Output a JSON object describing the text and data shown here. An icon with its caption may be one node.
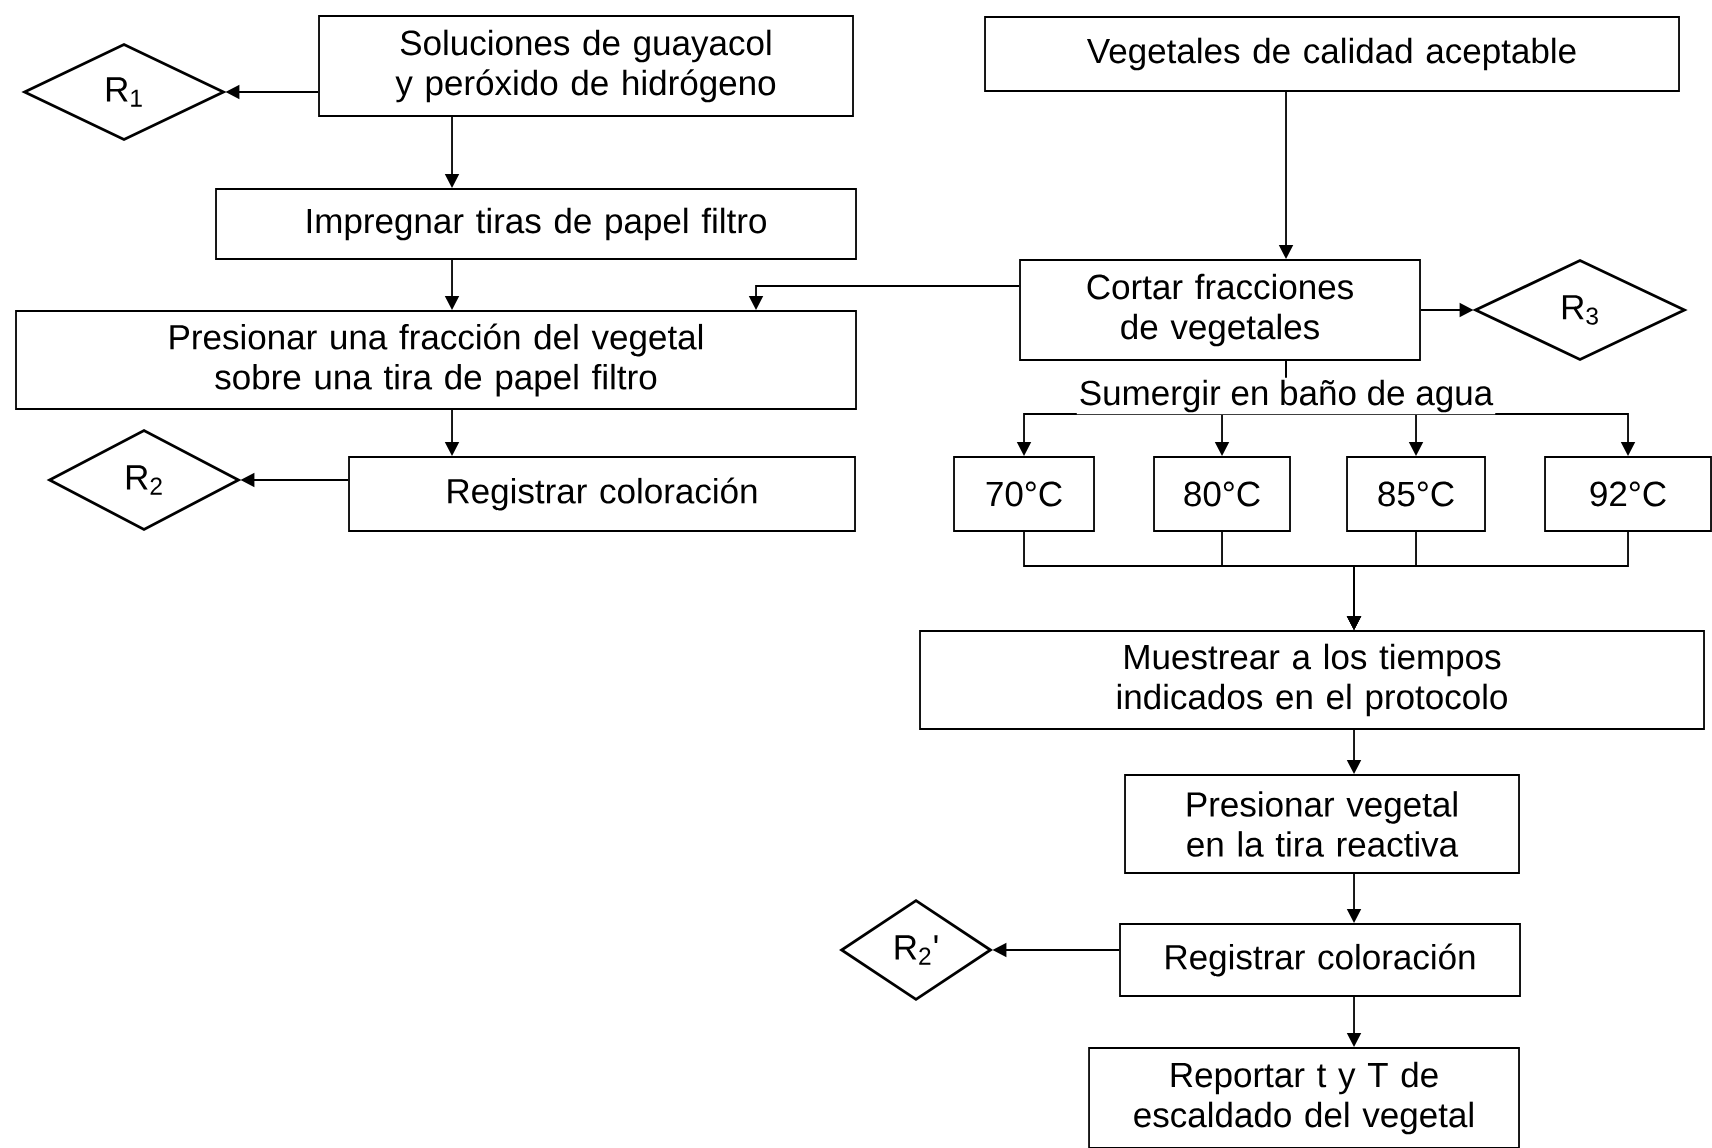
{
  "diagram": {
    "nodes": [
      {
        "text": [
          "Soluciones de guayacol y peróxido de hidrógeno"
        ]
      },
      {
        "text": [
          "R$_{1}$"
        ]
      },
      {
        "text": [
          "Vegetales de calidad aceptable"
        ]
      },
      {
        "text": [
          "Impregnar tiras de papel filtro"
        ]
      },
      {
        "text": [
          "Presionar una fracción del vegetal sobre una tira de papel filtro"
        ]
      },
      {
        "text": [
          "Cortar fracciones de vegetales"
        ]
      },
      {
        "text": [
          "R$_{3}$"
        ]
      },
      {
        "text": [
          "Registrar coloración"
        ]
      },
      {
        "text": [
          "R$_{2}$"
        ]
      },
      {
        "text": [
          "70°C"
        ]
      },
      {
        "text": [
          "80°C"
        ]
      },
      {
        "text": [
          "85°C"
        ]
      },
      {
        "text": [
          "92°C"
        ]
      },
      {
        "text": [
          "Muestrear a los tiempos indicados en el protocolo"
        ]
      },
      {
        "text": [
          "Presionar vegetal en la tira reactiva"
        ]
      },
      {
        "text": [
          "R$_{2}$'"
        ]
      },
      {
        "text": [
          "Registrar coloración"
        ]
      },
      {
        "text": [
          "Reportar t y T de escaldado del vegetal"
        ]
      }
    ],
    "edges": [
      {
        "from": 0,
        "to": 1,
        "arrow": "to"
      },
      {
        "from": 0,
        "to": 3,
        "arrow": "to"
      },
      {
        "from": 3,
        "to": 4,
        "arrow": "to"
      },
      {
        "from": 4,
        "to": 7,
        "arrow": "to"
      },
      {
        "from": 7,
        "to": 8,
        "arrow": "to"
      },
      {
        "from": 2,
        "to": 5,
        "arrow": "to"
      },
      {
        "from": 5,
        "to": 4,
        "arrow": "to"
      },
      {
        "from": 5,
        "to": 6,
        "arrow": "to"
      },
      {
        "from": 5,
        "to": 9,
        "arrow": "to",
        "label": "Sumergir en baño de agua"
      },
      {
        "from": 5,
        "to": 10,
        "arrow": "to"
      },
      {
        "from": 5,
        "to": 11,
        "arrow": "to"
      },
      {
        "from": 5,
        "to": 12,
        "arrow": "to"
      },
      {
        "from": 9,
        "to": 13,
        "arrow": "to"
      },
      {
        "from": 10,
        "to": 13,
        "arrow": "to"
      },
      {
        "from": 11,
        "to": 13,
        "arrow": "to"
      },
      {
        "from": 12,
        "to": 13,
        "arrow": "to"
      },
      {
        "from": 13,
        "to": 14,
        "arrow": "to"
      },
      {
        "from": 14,
        "to": 16,
        "arrow": "to"
      },
      {
        "from": 16,
        "to": 15,
        "arrow": "to"
      },
      {
        "from": 16,
        "to": 17,
        "arrow": "to"
      }
    ]
  }
}
